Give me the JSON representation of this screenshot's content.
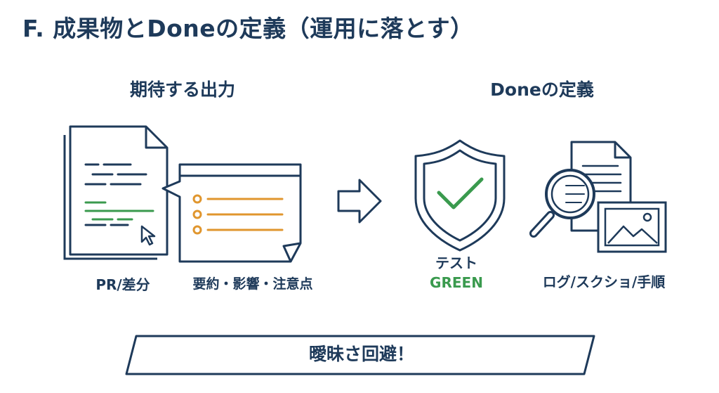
{
  "title": "F. 成果物とDoneの定義（運用に落とす）",
  "left": {
    "heading": "期待する出力",
    "pr_label": "PR/差分",
    "summary_label": "要約・影響・注意点"
  },
  "right": {
    "heading": "Doneの定義",
    "test_label": "テスト",
    "test_status": "GREEN",
    "evidence_label": "ログ/スクショ/手順"
  },
  "banner": "曖昧さ回避！",
  "colors": {
    "navy": "#1e3a5a",
    "green": "#3a9a4e",
    "orange": "#e0962e"
  },
  "icons": [
    "document-icon",
    "cursor-icon",
    "speech-note-icon",
    "arrow-right-icon",
    "shield-check-icon",
    "magnifier-icon",
    "image-icon"
  ]
}
